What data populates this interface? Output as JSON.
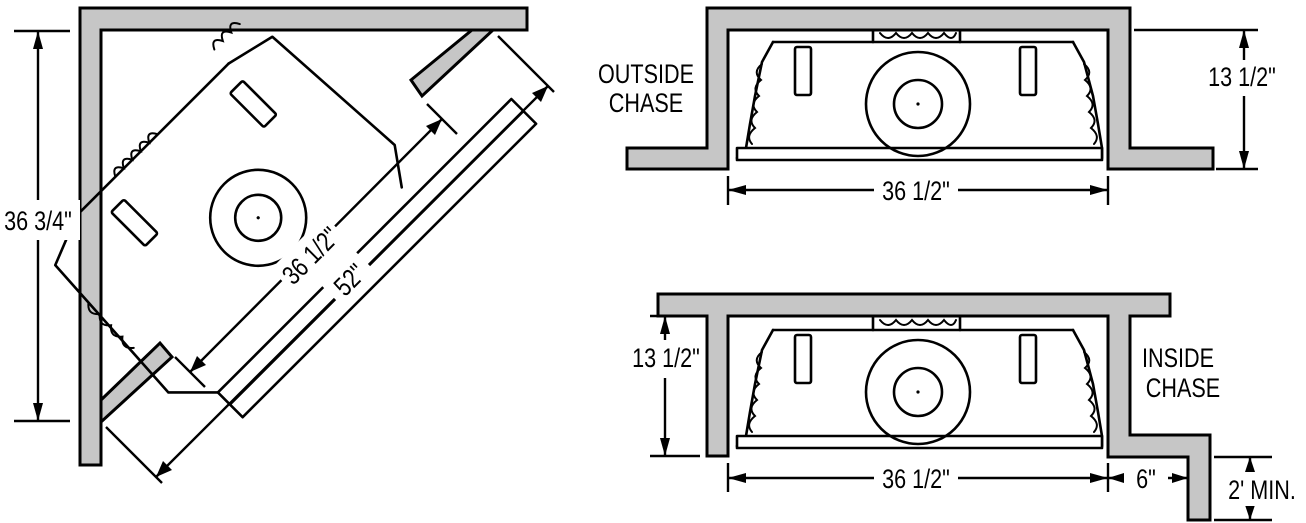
{
  "corner_view": {
    "dim_height": "36 3/4\"",
    "dim_firebox": "36 1/2\"",
    "dim_diagonal": "52\""
  },
  "outside_view": {
    "label_line1": "OUTSIDE",
    "label_line2": "CHASE",
    "dim_depth": "13 1/2\"",
    "dim_width": "36 1/2\""
  },
  "inside_view": {
    "label_line1": "INSIDE",
    "label_line2": "CHASE",
    "dim_depth": "13 1/2\"",
    "dim_width": "36 1/2\"",
    "dim_offset": "6\"",
    "dim_min": "2' MIN."
  }
}
